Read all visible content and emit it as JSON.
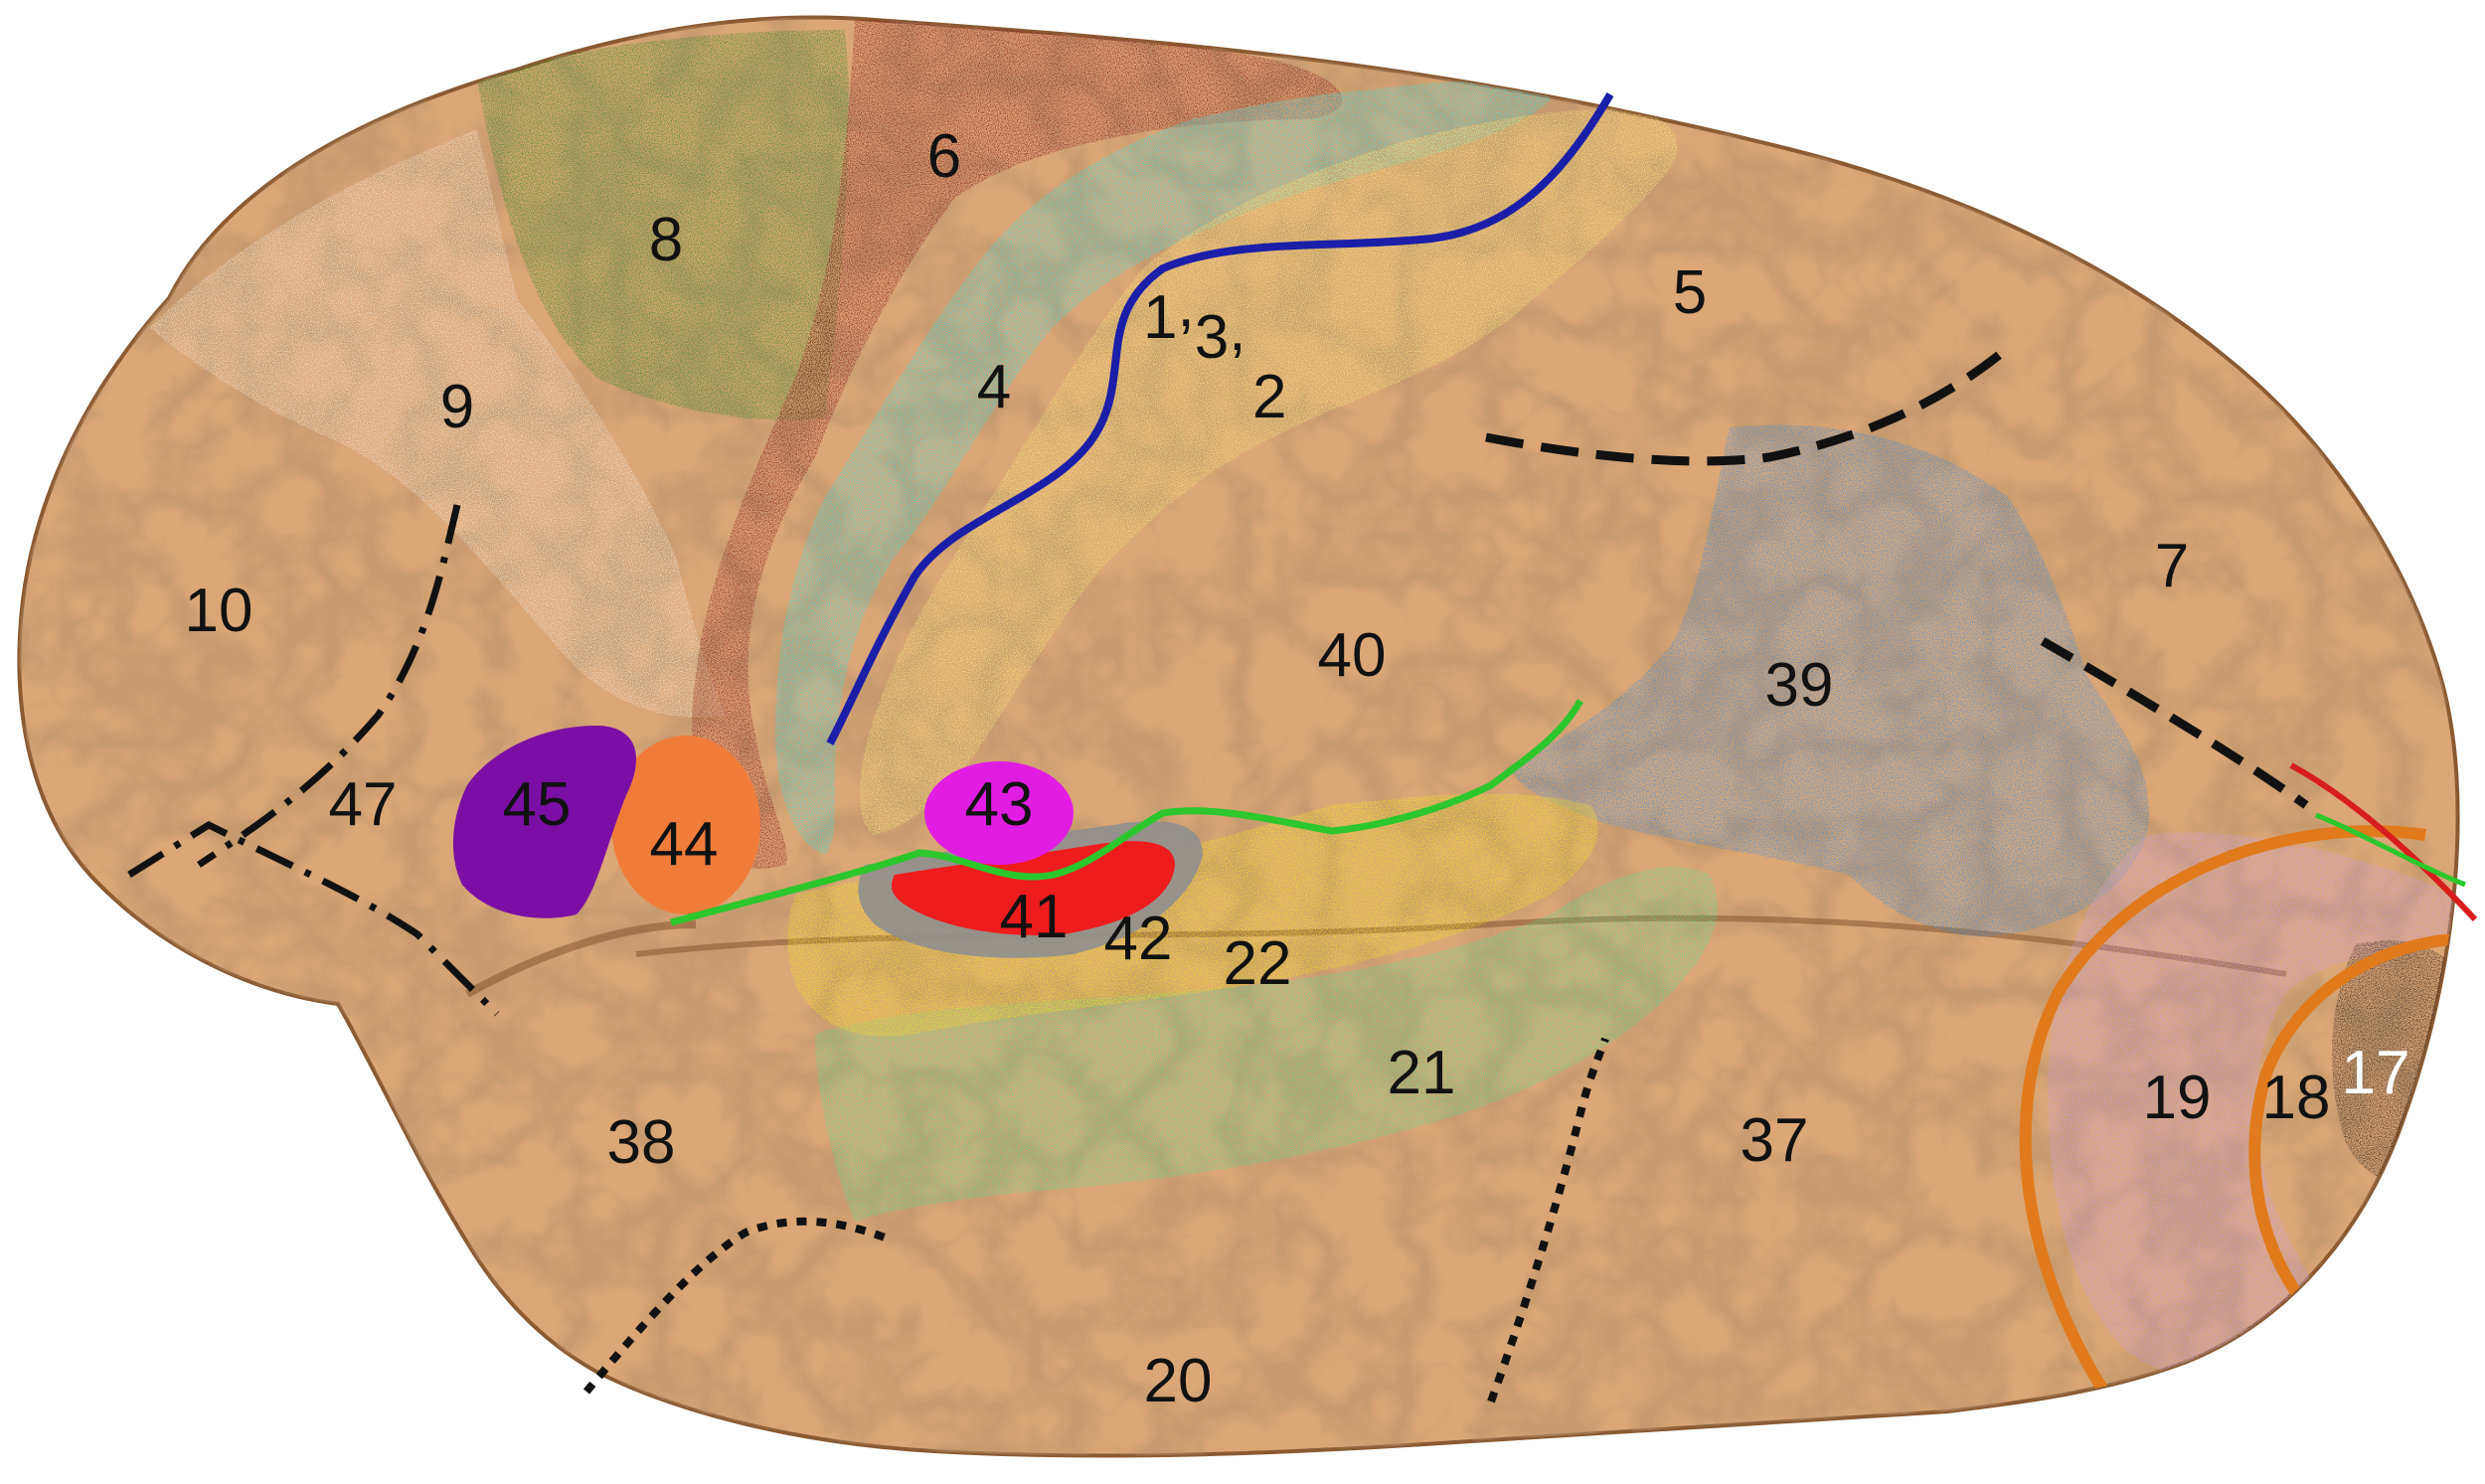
{
  "brodmann_areas": [
    {
      "id": "1,3,2",
      "label_parts": [
        "1",
        ",",
        "3",
        ",",
        "2"
      ],
      "color": "#f5ee78"
    },
    {
      "id": "4",
      "label": "4",
      "color": "#35e3ec"
    },
    {
      "id": "5",
      "label": "5",
      "color": "#d9a26d"
    },
    {
      "id": "6",
      "label": "6",
      "color": "#8b1416"
    },
    {
      "id": "7",
      "label": "7",
      "color": "#d9a26d"
    },
    {
      "id": "8",
      "label": "8",
      "color": "#2e8a1e"
    },
    {
      "id": "9",
      "label": "9",
      "color": "#e9dccb"
    },
    {
      "id": "10",
      "label": "10",
      "color": "#d9a26d"
    },
    {
      "id": "17",
      "label": "17",
      "color": "#2a1f1f"
    },
    {
      "id": "18",
      "label": "18",
      "color": "#d9a26d"
    },
    {
      "id": "19",
      "label": "19",
      "color": "#c9a0f2"
    },
    {
      "id": "20",
      "label": "20",
      "color": "#d9a26d"
    },
    {
      "id": "21",
      "label": "21",
      "color": "#4fe38d"
    },
    {
      "id": "22",
      "label": "22",
      "color": "#f4ea1a"
    },
    {
      "id": "37",
      "label": "37",
      "color": "#d9a26d"
    },
    {
      "id": "38",
      "label": "38",
      "color": "#d9a26d"
    },
    {
      "id": "39",
      "label": "39",
      "color": "#3a8de0"
    },
    {
      "id": "40",
      "label": "40",
      "color": "#d9a26d"
    },
    {
      "id": "41",
      "label": "41",
      "color": "#ee1c1c"
    },
    {
      "id": "42",
      "label": "42",
      "color": "#8f8f8f"
    },
    {
      "id": "43",
      "label": "43",
      "color": "#e21de3"
    },
    {
      "id": "44",
      "label": "44",
      "color": "#f07c3a"
    },
    {
      "id": "45",
      "label": "45",
      "color": "#7b0fa5"
    },
    {
      "id": "47",
      "label": "47",
      "color": "#d9a26d"
    }
  ],
  "boundary_colors": {
    "central_sulcus": "#1b1fa8",
    "sylvian_fissure": "#2cc72c",
    "occipital_arcs": "#e07a1c",
    "parieto_occipital": "#d81d1d",
    "dashed": "#111111"
  },
  "brain_color": "#dca776"
}
